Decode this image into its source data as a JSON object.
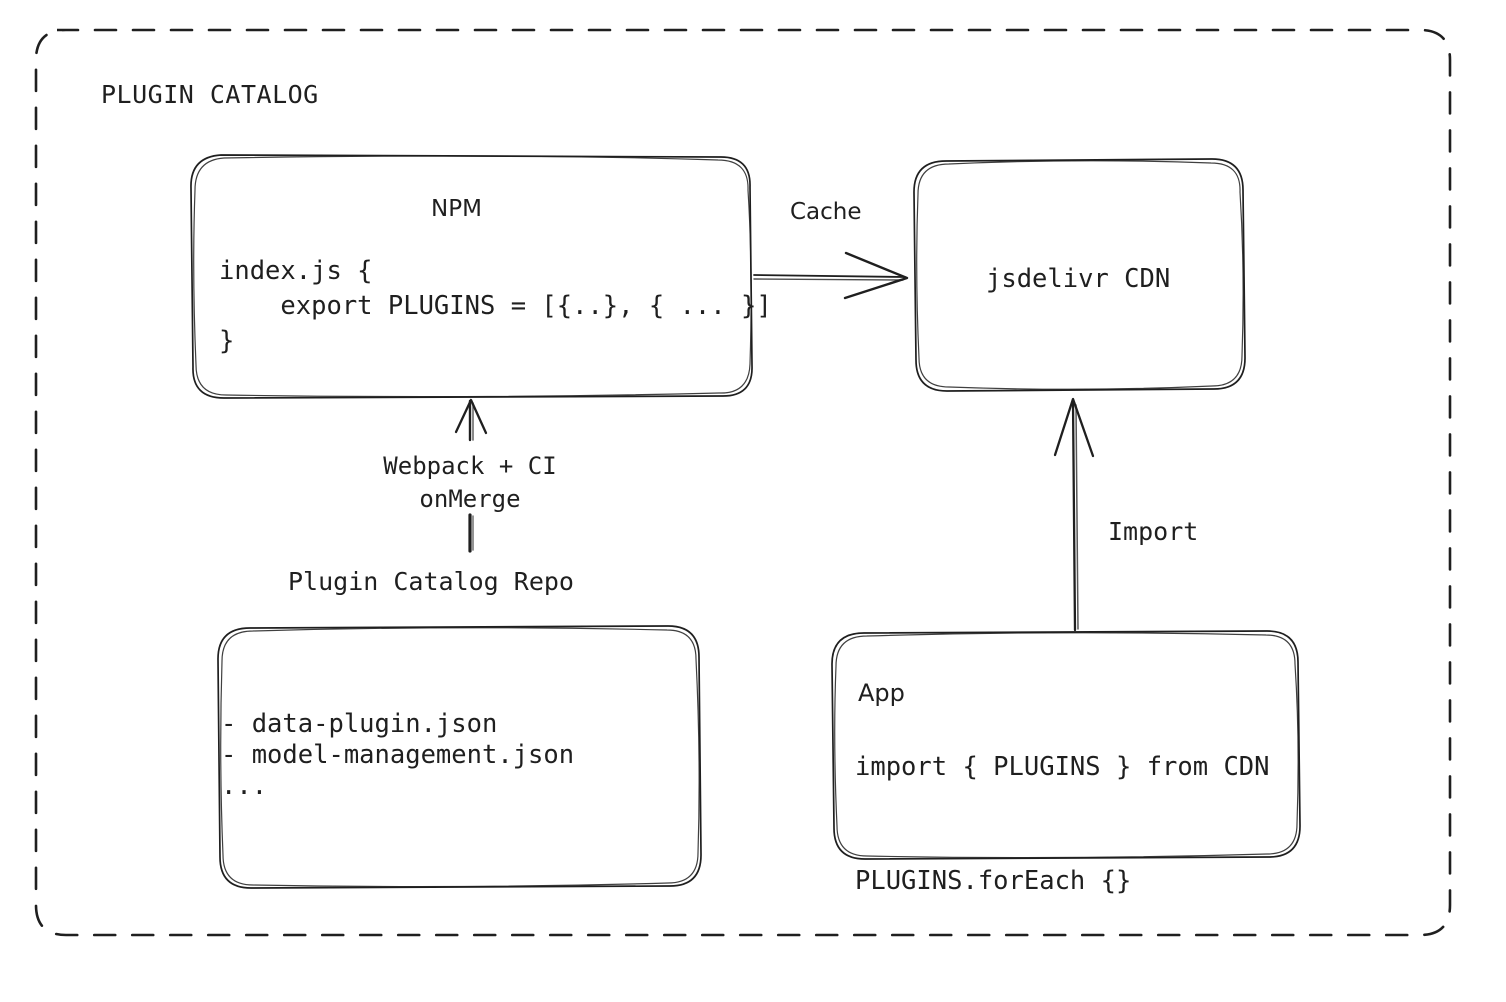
{
  "diagram": {
    "group": {
      "title": "PLUGIN CATALOG"
    },
    "nodes": {
      "npm": {
        "heading": "NPM",
        "code": "index.js {\n    export PLUGINS = [{..}, { ... }]\n}"
      },
      "cdn": {
        "label": "jsdelivr CDN"
      },
      "repo": {
        "caption": "Plugin Catalog Repo",
        "code": "- data-plugin.json\n- model-management.json\n..."
      },
      "app": {
        "heading": "App",
        "code": "import { PLUGINS } from CDN\n\nPLUGINS.forEach {}"
      }
    },
    "edges": {
      "cache": {
        "label": "Cache"
      },
      "build": {
        "label": "Webpack + CI\nonMerge"
      },
      "import": {
        "label": "Import"
      }
    },
    "colors": {
      "stroke": "#1f1f1f",
      "background": "#ffffff"
    }
  }
}
